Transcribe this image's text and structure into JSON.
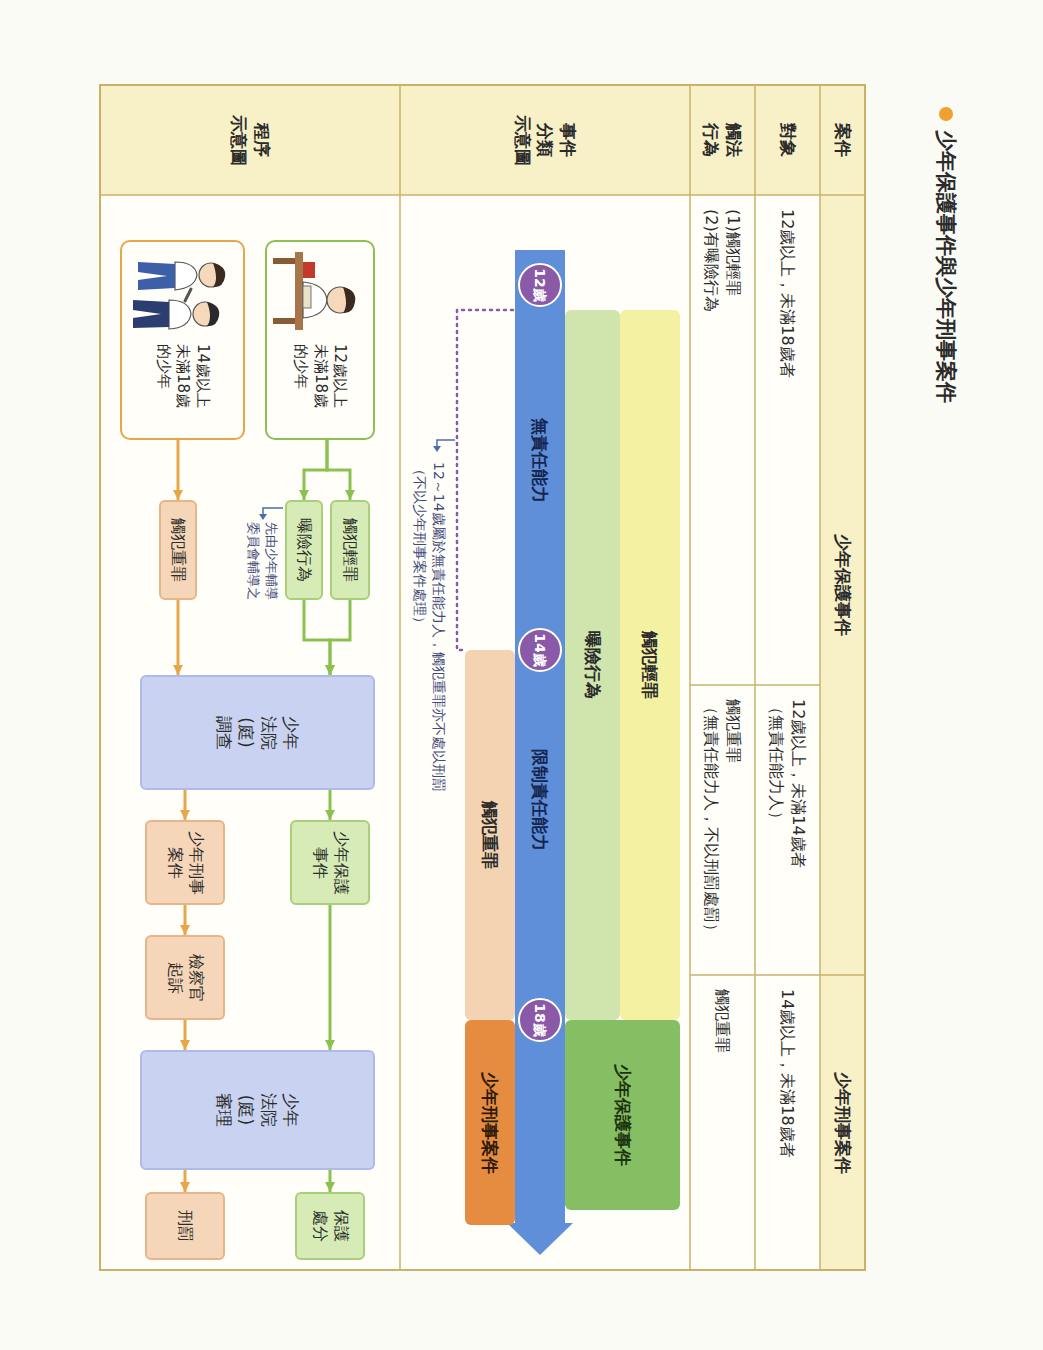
{
  "diagram": {
    "title": "少年保護事件與少年刑事案件",
    "nodes": [
      {
        "text": [
          "觸犯輕罪"
        ]
      },
      {
        "text": [
          "曝險行為"
        ]
      },
      {
        "text": [
          "少年保護事件"
        ]
      },
      {
        "text": [
          "無責任能力",
          "限制責任能力"
        ]
      },
      {
        "text": [
          "12歲"
        ],
        "in": 3
      },
      {
        "text": [
          "14歲"
        ],
        "in": 3
      },
      {
        "text": [
          "18歲"
        ],
        "in": 3
      },
      {
        "text": [
          "觸犯重罪"
        ]
      },
      {
        "text": [
          "少年刑事案件"
        ]
      },
      {
        "text": [
          "12歲以上 未滿18歲 的少年"
        ]
      },
      {
        "text": [
          "14歲以上 未滿18歲 的少年"
        ]
      },
      {
        "text": [
          "觸犯輕罪"
        ]
      },
      {
        "text": [
          "曝險行為"
        ]
      },
      {
        "text": [
          "觸犯重罪"
        ]
      },
      {
        "text": [
          "少年 法院 (庭) 調查"
        ]
      },
      {
        "text": [
          "少年保護 事件"
        ]
      },
      {
        "text": [
          "少年刑事 案件"
        ]
      },
      {
        "text": [
          "檢察官 起訴"
        ]
      },
      {
        "text": [
          "少年 法院 (庭) 審理"
        ]
      },
      {
        "text": [
          "保護 處分"
        ]
      },
      {
        "text": [
          "刑罰"
        ]
      }
    ],
    "edges": [
      {
        "from": 9,
        "to": 11,
        "arrow": "to"
      },
      {
        "from": 9,
        "to": 12,
        "arrow": "to"
      },
      {
        "from": 11,
        "to": 14,
        "arrow": "to"
      },
      {
        "from": 12,
        "to": 14,
        "arrow": "to"
      },
      {
        "from": 10,
        "to": 13,
        "arrow": "to"
      },
      {
        "from": 13,
        "to": 14,
        "arrow": "to"
      },
      {
        "from": 14,
        "to": 15,
        "arrow": "to"
      },
      {
        "from": 14,
        "to": 16,
        "arrow": "to"
      },
      {
        "from": 15,
        "to": 18,
        "arrow": "to"
      },
      {
        "from": 16,
        "to": 17,
        "arrow": "to"
      },
      {
        "from": 17,
        "to": 18,
        "arrow": "to"
      },
      {
        "from": 18,
        "to": 19,
        "arrow": "to"
      },
      {
        "from": 18,
        "to": 20,
        "arrow": "to"
      }
    ],
    "labels": [
      "案件",
      "少年保護事件",
      "少年刑事案件",
      "對象",
      "12歲以上，未滿18歲者",
      "12歲以上，未滿14歲者 （無責任能力人）",
      "14歲以上，未滿18歲者",
      "觸法 行為",
      "(1)觸犯輕罪 (2)有曝險行為",
      "觸犯重罪 （無責任能力人，不以刑罰處罰）",
      "觸犯重罪",
      "事件 分類 示意圖",
      "12～14歲屬於無責任能力人，觸犯重罪亦不處以刑罰 （不以少年刑事案件處理）",
      "程序 示意圖",
      "先由少年輔導 委員會輔導之"
    ]
  }
}
